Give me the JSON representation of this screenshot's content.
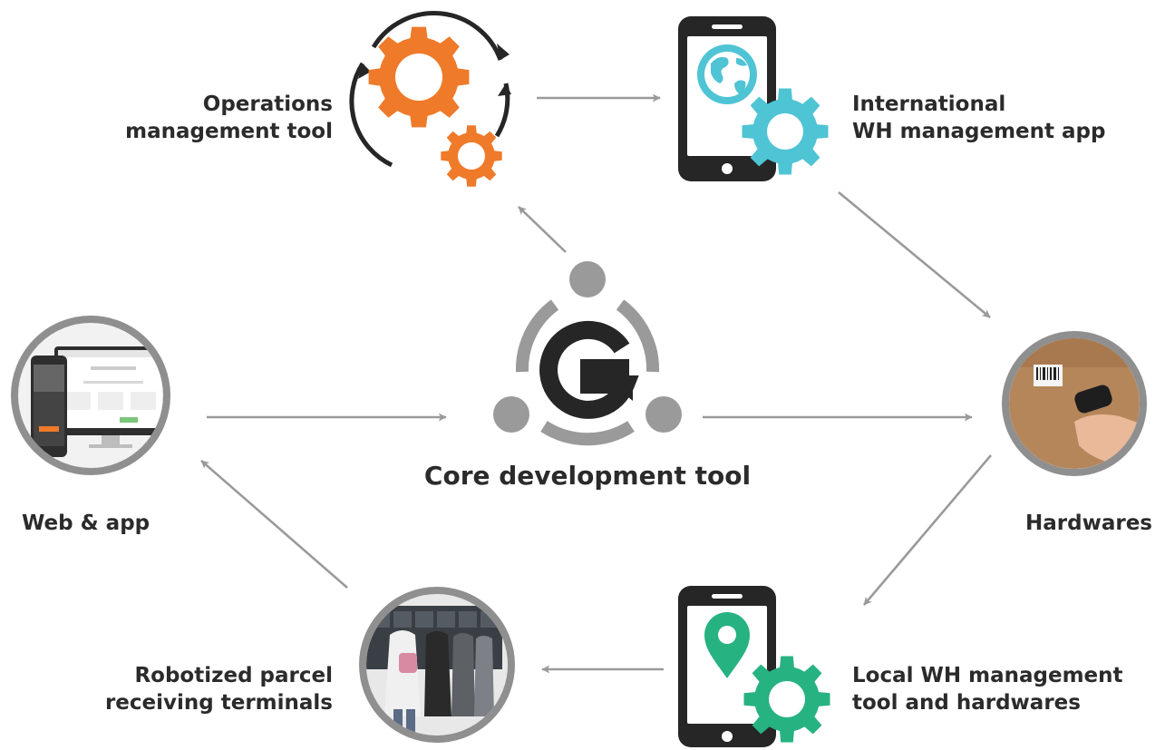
{
  "nodes": {
    "operations": {
      "line1": "Operations",
      "line2": "management tool",
      "icon": "gears-cycle-icon",
      "color": "#ee7a2a"
    },
    "international": {
      "line1": "International",
      "line2": "WH management app",
      "icon": "phone-globe-gear-icon",
      "color": "#4fc4d4"
    },
    "core": {
      "label": "Core development tool",
      "icon": "g-logo-icon",
      "color": "#2b2b2b",
      "ring_color": "#9a9a9a"
    },
    "web_app": {
      "label": "Web & app",
      "icon": "devices-photo"
    },
    "hardwares": {
      "label": "Hardwares",
      "icon": "barcode-scanner-photo"
    },
    "robotized": {
      "line1": "Robotized parcel",
      "line2": "receiving terminals",
      "icon": "parcel-terminal-photo"
    },
    "local": {
      "line1": "Local WH management",
      "line2": "tool and hardwares",
      "icon": "phone-pin-gear-icon",
      "color": "#27b282"
    }
  },
  "colors": {
    "arrow": "#9a9a9a",
    "text": "#2b2b2b",
    "photo_ring": "#8f8f8f"
  }
}
